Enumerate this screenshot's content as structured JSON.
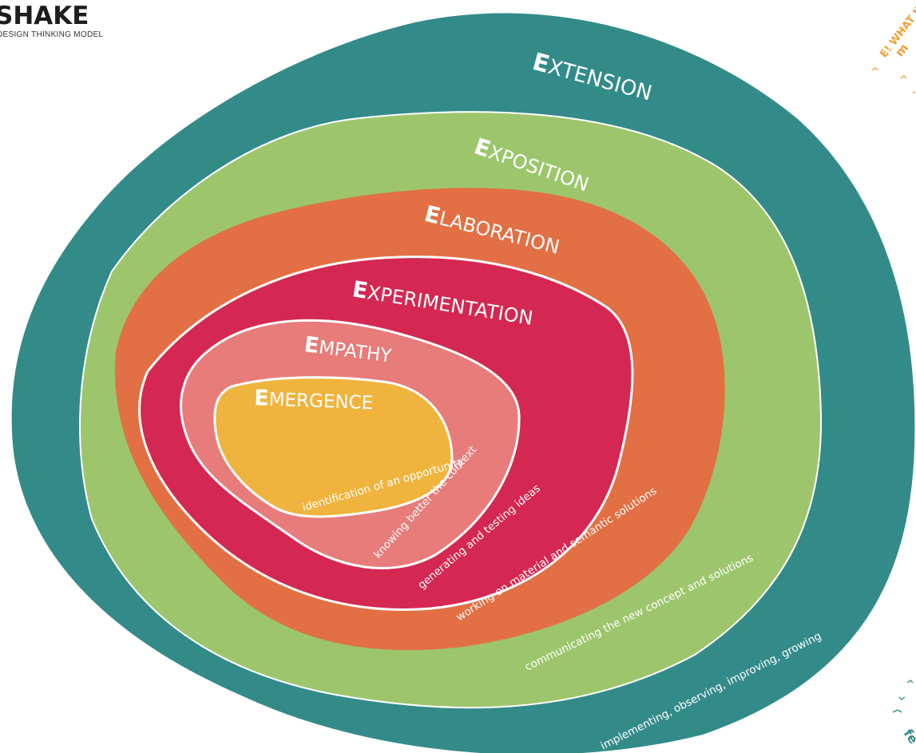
{
  "brand": {
    "title": "SHAKE",
    "subtitle": "DESIGN THINKING MODEL"
  },
  "colors": {
    "extension": "#338b89",
    "exposition": "#9dc66c",
    "elaboration": "#e27044",
    "experimentation": "#d42852",
    "empathy": "#e77c7a",
    "emergence": "#f0b43e",
    "edge_orange": "#f0a030",
    "edge_teal": "#2e8d8a"
  },
  "layers": [
    {
      "id": "extension",
      "initial": "E",
      "rest": "XTENSION",
      "description": "implementing, observing, improving, growing"
    },
    {
      "id": "exposition",
      "initial": "E",
      "rest": "XPOSITION",
      "description": "communicating the new concept and solutions"
    },
    {
      "id": "elaboration",
      "initial": "E",
      "rest": "LABORATION",
      "description": "working on material and semantic solutions"
    },
    {
      "id": "experimentation",
      "initial": "E",
      "rest": "XPERIMENTATION",
      "description": "generating and testing ideas"
    },
    {
      "id": "empathy",
      "initial": "E",
      "rest": "MPATHY",
      "description": "knowing better the context"
    },
    {
      "id": "emergence",
      "initial": "E",
      "rest": "MERGENCE",
      "description": "identification of an opportunity"
    }
  ],
  "edge_labels": {
    "top_right": "E! WHAT IF",
    "top_right_fragment": "m",
    "bottom_right_fragment": "fe"
  },
  "icons": {
    "edge_icons_top": "small-chevron-icon",
    "edge_icons_bottom": "small-arrow-icon"
  }
}
